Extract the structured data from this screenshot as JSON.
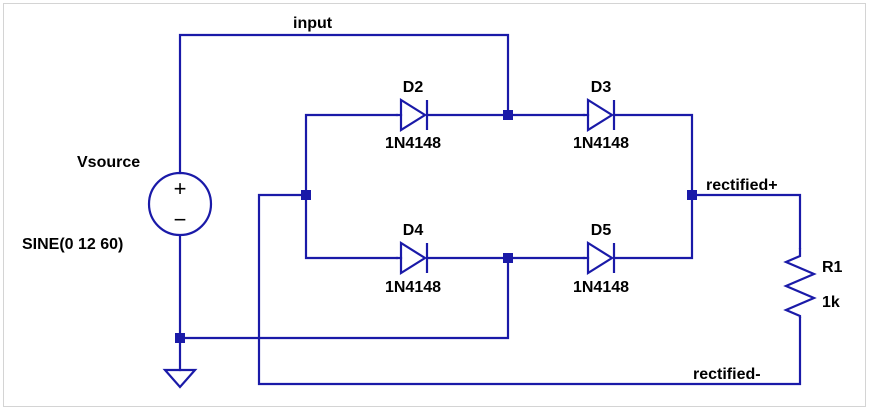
{
  "schematic": {
    "net_labels": {
      "input": "input",
      "rectified_pos": "rectified+",
      "rectified_neg": "rectified-"
    },
    "source": {
      "name": "Vsource",
      "value": "SINE(0 12 60)",
      "plus_symbol": "+",
      "minus_symbol": "−"
    },
    "diodes": [
      {
        "ref": "D2",
        "model": "1N4148"
      },
      {
        "ref": "D3",
        "model": "1N4148"
      },
      {
        "ref": "D4",
        "model": "1N4148"
      },
      {
        "ref": "D5",
        "model": "1N4148"
      }
    ],
    "resistor": {
      "ref": "R1",
      "value": "1k"
    },
    "colors": {
      "wire": "#1a1aa8",
      "text": "#000000",
      "background": "#ffffff"
    }
  }
}
